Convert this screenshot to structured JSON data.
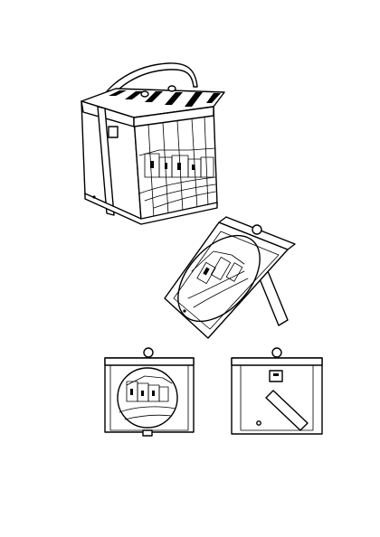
{
  "figure": {
    "items": [
      {
        "id": "carry-box",
        "icon": "box-with-handle-icon"
      },
      {
        "id": "tilted-stand-frame",
        "icon": "easel-frame-icon"
      },
      {
        "id": "framed-front",
        "icon": "round-picture-frame-icon"
      },
      {
        "id": "framed-back",
        "icon": "frame-back-with-stand-icon"
      }
    ],
    "colors": {
      "line": "#000000",
      "background": "#ffffff"
    }
  }
}
